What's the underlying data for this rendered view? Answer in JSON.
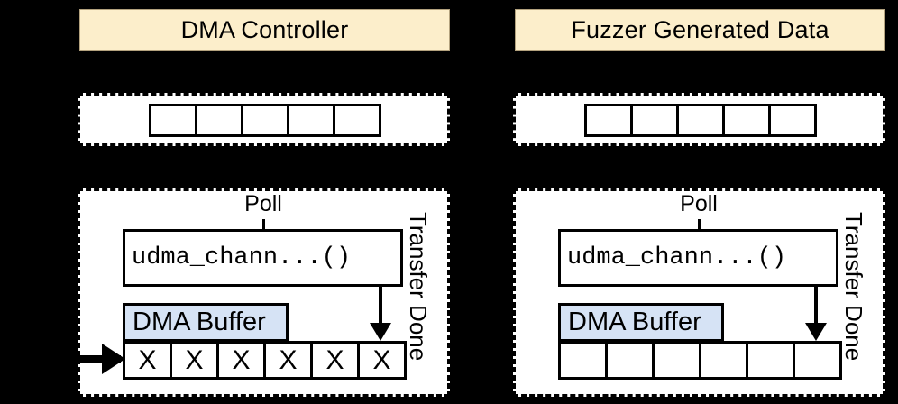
{
  "panels": [
    {
      "id": "dma-controller",
      "header": "DMA Controller",
      "queue": {
        "cells": [
          "",
          "",
          "",
          "",
          ""
        ]
      },
      "transfer": {
        "poll_label": "Poll",
        "func_label": "udma_chann...()",
        "buffer_label": "DMA Buffer",
        "side_label": "Transfer Done",
        "cells": [
          "X",
          "X",
          "X",
          "X",
          "X",
          "X"
        ],
        "has_input_arrow": true
      }
    },
    {
      "id": "fuzzer-generated-data",
      "header": "Fuzzer Generated Data",
      "queue": {
        "cells": [
          "",
          "",
          "",
          "",
          ""
        ]
      },
      "transfer": {
        "poll_label": "Poll",
        "func_label": "udma_chann...()",
        "buffer_label": "DMA Buffer",
        "side_label": "Transfer Done",
        "cells": [
          "",
          "",
          "",
          "",
          "",
          ""
        ],
        "has_input_arrow": false
      }
    }
  ],
  "colors": {
    "background": "#000000",
    "header_fill": "#fceecb",
    "panel_fill": "#ffffff",
    "buffer_fill": "#d6e3f5",
    "stroke": "#000000"
  }
}
